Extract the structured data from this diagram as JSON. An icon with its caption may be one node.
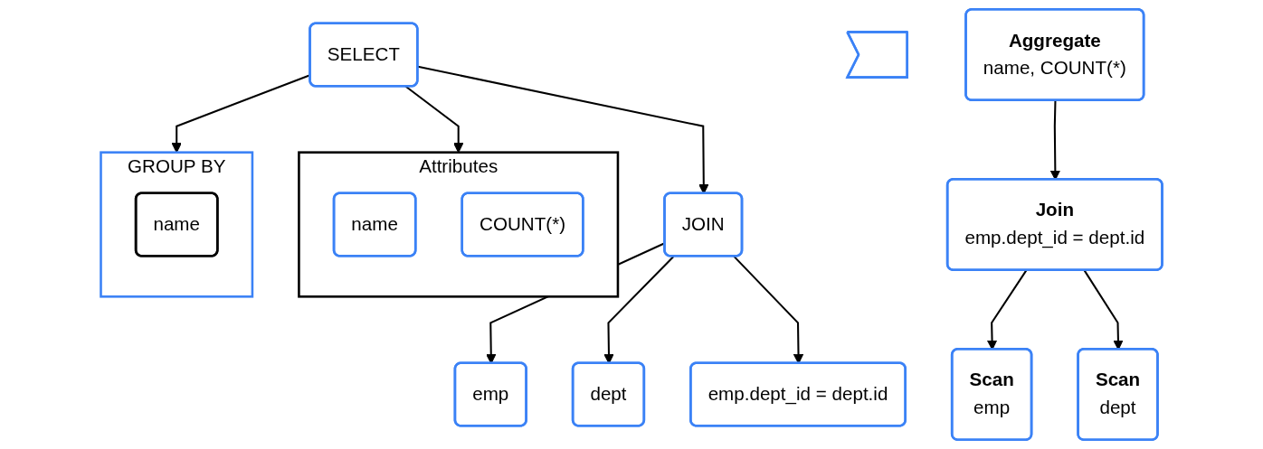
{
  "diagram": {
    "nodes": [
      {
        "text": [
          "Attributes"
        ]
      },
      {
        "text": [
          "name"
        ],
        "in": 0
      },
      {
        "text": [
          "COUNT(*)"
        ],
        "in": 0
      },
      {
        "text": [
          "SELECT"
        ]
      },
      {
        "text": [
          "GROUP BY"
        ]
      },
      {
        "text": [
          "name"
        ],
        "in": 4
      },
      {
        "text": [
          "JOIN"
        ]
      },
      {
        "text": [
          "emp"
        ]
      },
      {
        "text": [
          "dept"
        ]
      },
      {
        "text": [
          "emp.dept_id = dept.id"
        ]
      },
      {
        "text": [],
        "shape": "arrow"
      },
      {
        "text": [
          "Aggregate",
          "name, COUNT(*)"
        ]
      },
      {
        "text": [
          "Join",
          "emp.dept_id = dept.id"
        ]
      },
      {
        "text": [
          "Scan",
          "emp"
        ]
      },
      {
        "text": [
          "Scan",
          "dept"
        ]
      }
    ],
    "edges": [
      {
        "from": 3,
        "to": 0,
        "arrow": "to"
      },
      {
        "from": 3,
        "to": 4,
        "arrow": "to"
      },
      {
        "from": 3,
        "to": 6,
        "arrow": "to"
      },
      {
        "from": 6,
        "to": 7,
        "arrow": "to"
      },
      {
        "from": 6,
        "to": 8,
        "arrow": "to"
      },
      {
        "from": 6,
        "to": 9,
        "arrow": "to"
      },
      {
        "from": 11,
        "to": 12,
        "arrow": "to"
      },
      {
        "from": 12,
        "to": 13,
        "arrow": "to"
      },
      {
        "from": 12,
        "to": 14,
        "arrow": "to"
      }
    ]
  }
}
